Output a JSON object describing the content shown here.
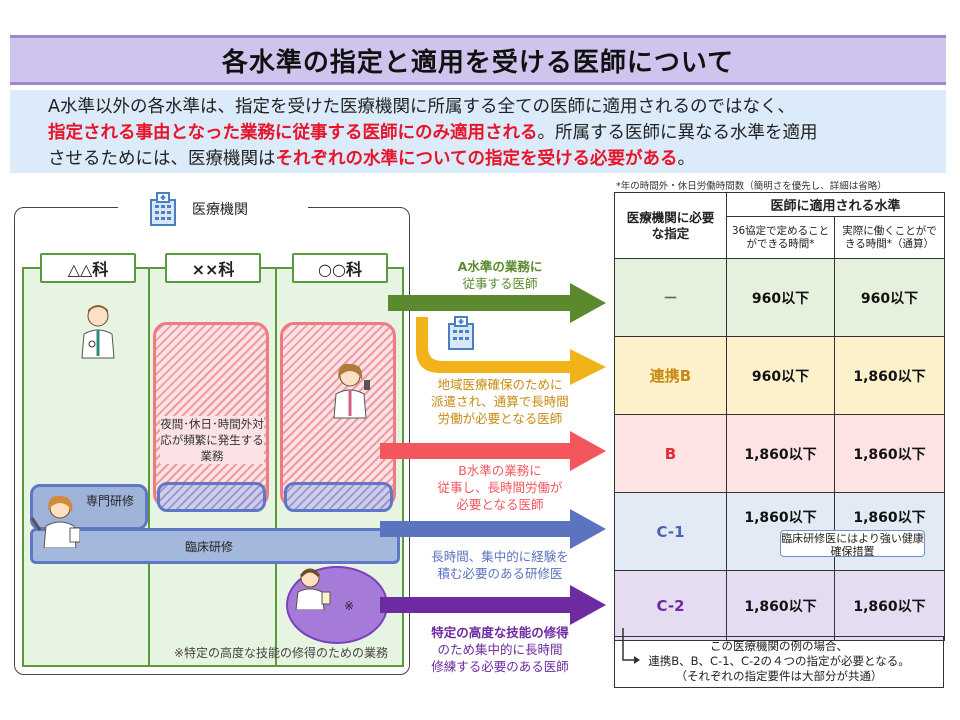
{
  "title": "各水準の指定と適用を受ける医師について",
  "intro": {
    "p1": "A水準以外の各水準は、指定を受けた医療機関に所属する全ての医師に適用されるのではなく、",
    "p2_red": "指定される事由となった業務に従事する医師にのみ適用される",
    "p2_rest": "。所属する医師に異なる水準を適用",
    "p3": "させるためには、医療機関は",
    "p3_red": "それぞれの水準についての指定を受ける必要がある",
    "p3_end": "。"
  },
  "hospital": {
    "label": "医療機関",
    "depts": [
      "△△科",
      "××科",
      "○○科"
    ],
    "night_work": "夜間･休日･時間外対応が頻繁に発生する業務",
    "senmon": "専門研修",
    "rinsho": "臨床研修",
    "skill_mark": "※",
    "skill_note": "※特定の高度な技能の修得のための業務"
  },
  "arrows": {
    "a_1": "A水準の業務に",
    "a_2": "従事する医師",
    "renkei_1": "地域医療確保のために",
    "renkei_2": "派遣され、通算で長時間",
    "renkei_3": "労働が必要となる医師",
    "b_1": "B水準の業務に",
    "b_2": "従事し、長時間労働が",
    "b_3": "必要となる医師",
    "c1_1": "長時間、集中的に経験を",
    "c1_2": "積む必要のある研修医",
    "c2_1": "特定の高度な技能の修得",
    "c2_2": "のため集中的に長時間",
    "c2_3": "修練する必要のある医師"
  },
  "table": {
    "note": "*年の時間外・休日労働時間数（簡明さを優先し、詳細は省略）",
    "col1_header": "医療機関に必要な指定",
    "group_header": "医師に適用される水準",
    "col2_header": "36協定で定めることができる時間*",
    "col3_header": "実際に働くことができる時間*（通算）",
    "rows": [
      {
        "name": "－",
        "v1": "960以下",
        "v2": "960以下"
      },
      {
        "name": "連携B",
        "v1": "960以下",
        "v2": "1,860以下"
      },
      {
        "name": "B",
        "v1": "1,860以下",
        "v2": "1,860以下"
      },
      {
        "name": "C-1",
        "v1": "1,860以下",
        "v2": "1,860以下"
      },
      {
        "name": "C-2",
        "v1": "1,860以下",
        "v2": "1,860以下"
      }
    ],
    "c1_note": "臨床研修医にはより強い健康確保措置",
    "bottom_1": "この医療機関の例の場合、",
    "bottom_2": "連携B、B、C-1、C-2の４つの指定が必要となる。",
    "bottom_3": "（それぞれの指定要件は大部分が共通）"
  },
  "colors": {
    "a": "#5b8a2e",
    "renkei": "#f2b21a",
    "b": "#f4565e",
    "c1": "#5c74c0",
    "c2": "#6e2aa0",
    "row_a": "#e5f1dc",
    "row_renkei": "#fdf1cc",
    "row_b": "#fde3e4",
    "row_c1": "#e2eaf6",
    "row_c2": "#e6dcf2"
  },
  "icons": [
    "hospital-icon",
    "doctor-male-icon",
    "doctor-female-icon",
    "resident-icon",
    "senior-doctor-icon"
  ]
}
